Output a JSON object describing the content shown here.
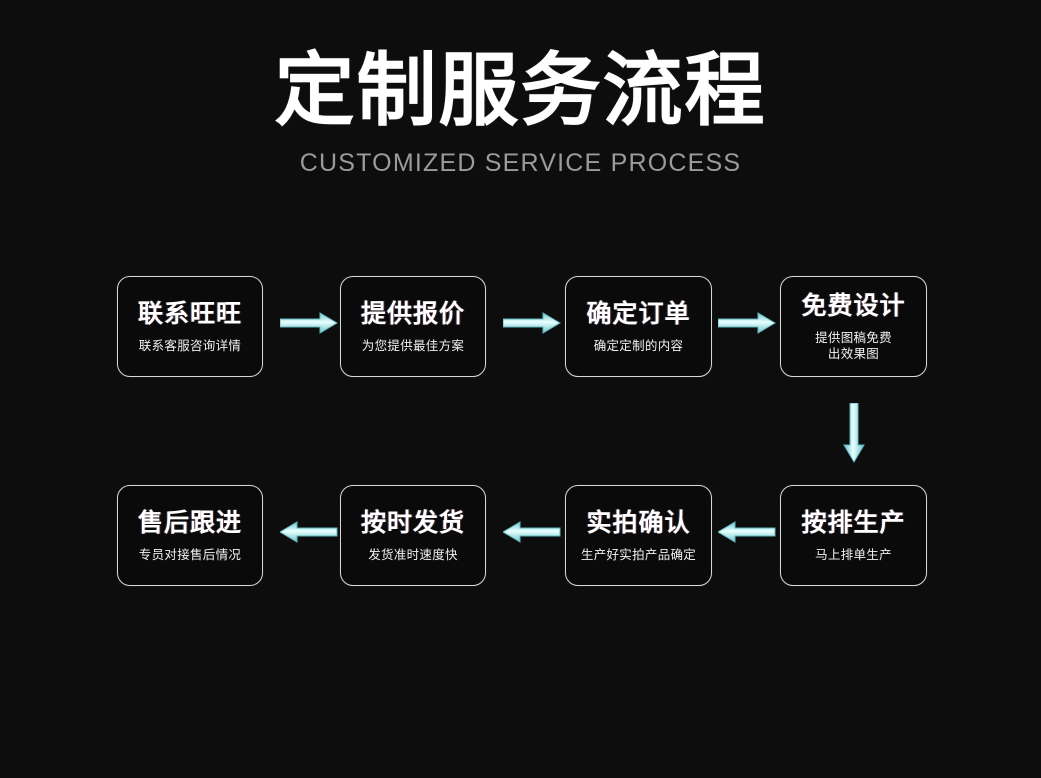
{
  "page": {
    "background_color": "#0d0d0d",
    "accent_color": "#8fd8dc",
    "border_color": "#d7d7d7"
  },
  "header": {
    "title_cn": "定制服务流程",
    "title_en": "CUSTOMIZED SERVICE PROCESS",
    "title_color": "#ffffff",
    "subtitle_color": "#9b9b9b"
  },
  "steps": [
    {
      "id": "contact",
      "title": "联系旺旺",
      "sub_line1": "联系客服咨询详情",
      "sub_line2": ""
    },
    {
      "id": "quote",
      "title": "提供报价",
      "sub_line1": "为您提供最佳方案",
      "sub_line2": ""
    },
    {
      "id": "confirm",
      "title": "确定订单",
      "sub_line1": "确定定制的内容",
      "sub_line2": ""
    },
    {
      "id": "design",
      "title": "免费设计",
      "sub_line1": "提供图稿免费",
      "sub_line2": "出效果图"
    },
    {
      "id": "produce",
      "title": "按排生产",
      "sub_line1": "马上排单生产",
      "sub_line2": ""
    },
    {
      "id": "photo",
      "title": "实拍确认",
      "sub_line1": "生产好实拍产品确定",
      "sub_line2": ""
    },
    {
      "id": "ship",
      "title": "按时发货",
      "sub_line1": "发货准时速度快",
      "sub_line2": ""
    },
    {
      "id": "aftersale",
      "title": "售后跟进",
      "sub_line1": "专员对接售后情况",
      "sub_line2": ""
    }
  ],
  "arrows": [
    {
      "id": "arrow-contact-to-quote",
      "direction": "right"
    },
    {
      "id": "arrow-quote-to-confirm",
      "direction": "right"
    },
    {
      "id": "arrow-confirm-to-design",
      "direction": "right"
    },
    {
      "id": "arrow-design-to-produce",
      "direction": "down"
    },
    {
      "id": "arrow-produce-to-photo",
      "direction": "left"
    },
    {
      "id": "arrow-photo-to-ship",
      "direction": "left"
    },
    {
      "id": "arrow-ship-to-aftersale",
      "direction": "left"
    }
  ]
}
